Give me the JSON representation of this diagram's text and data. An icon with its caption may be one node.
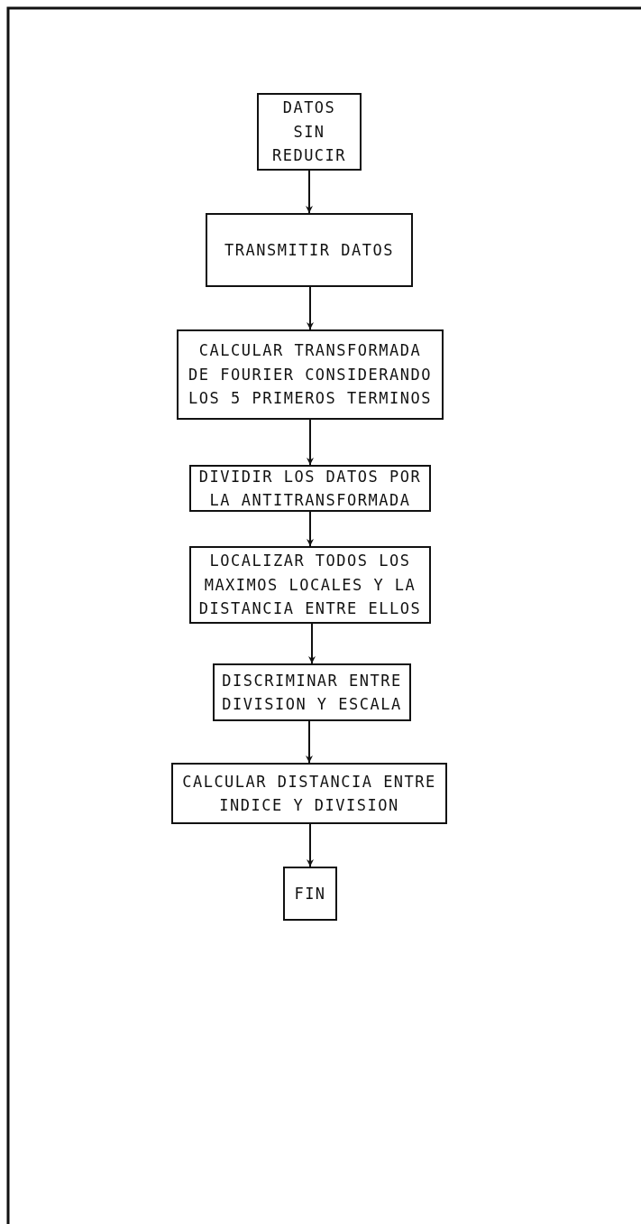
{
  "diagram": {
    "nodes": [
      {
        "text": [
          "DATOS SIN REDUCIR"
        ]
      },
      {
        "text": [
          "TRANSMITIR DATOS"
        ]
      },
      {
        "text": [
          "CALCULAR TRANSFORMADA DE FOURIER CONSIDERANDO LOS 5 PRIMEROS TERMINOS"
        ]
      },
      {
        "text": [
          "DIVIDIR LOS DATOS POR LA ANTITRANSFORMADA"
        ]
      },
      {
        "text": [
          "LOCALIZAR TODOS LOS MAXIMOS LOCALES Y LA DISTANCIA ENTRE ELLOS"
        ]
      },
      {
        "text": [
          "DISCRIMINAR ENTRE DIVISION Y ESCALA"
        ]
      },
      {
        "text": [
          "CALCULAR DISTANCIA ENTRE INDICE Y DIVISION"
        ]
      },
      {
        "text": [
          "FIN"
        ]
      }
    ],
    "edges": [
      {
        "from": 0,
        "to": 1,
        "arrow": "to"
      },
      {
        "from": 1,
        "to": 2,
        "arrow": "to"
      },
      {
        "from": 2,
        "to": 3,
        "arrow": "to"
      },
      {
        "from": 3,
        "to": 4,
        "arrow": "to"
      },
      {
        "from": 4,
        "to": 5,
        "arrow": "to"
      },
      {
        "from": 5,
        "to": 6,
        "arrow": "to"
      },
      {
        "from": 6,
        "to": 7,
        "arrow": "to"
      }
    ]
  }
}
